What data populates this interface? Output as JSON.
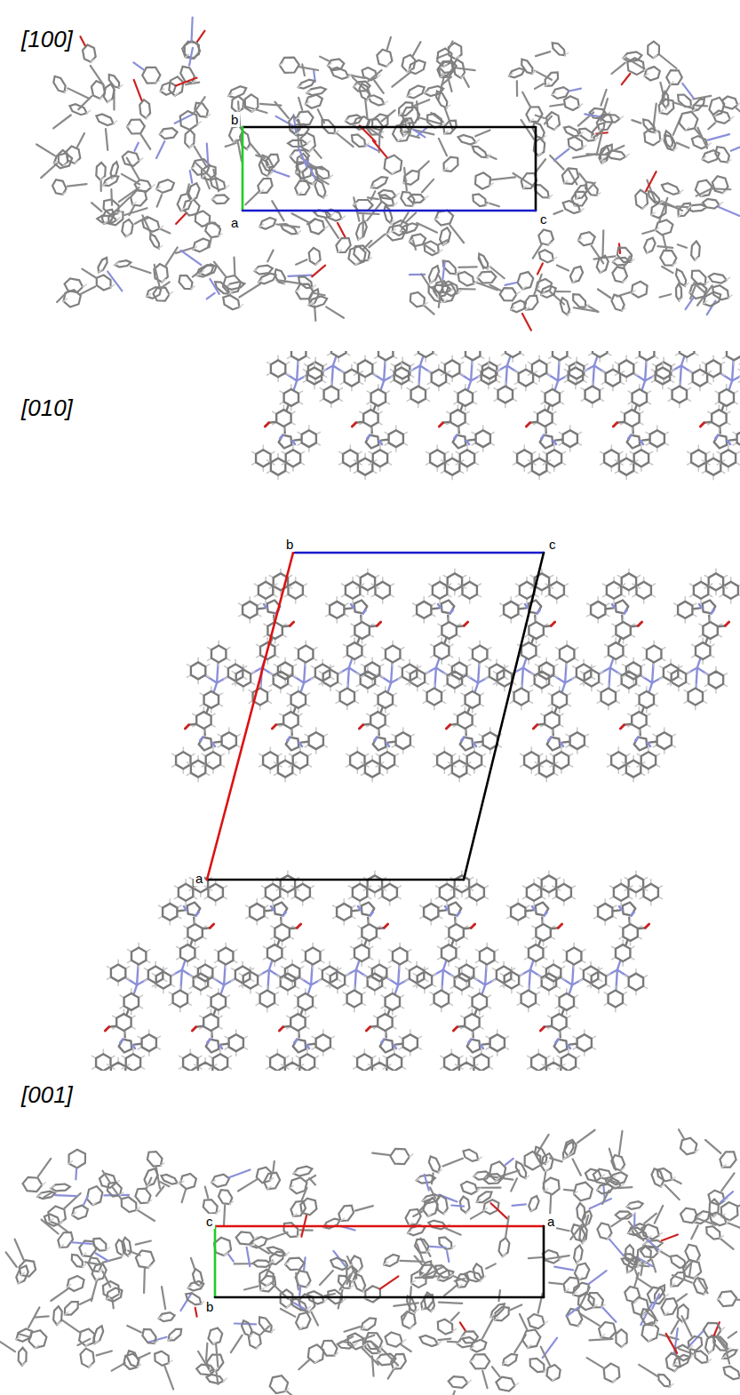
{
  "diagram": {
    "labels": [
      "[100]",
      "b",
      "a",
      "c",
      "[010]",
      "b",
      "c",
      "a",
      "[001]",
      "c",
      "a",
      "b"
    ]
  }
}
